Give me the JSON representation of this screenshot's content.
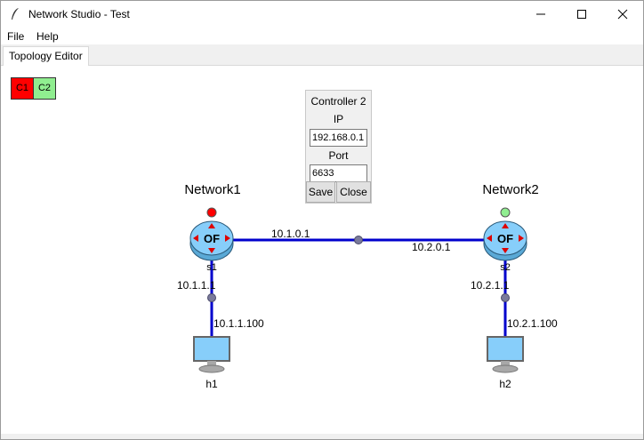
{
  "window": {
    "title": "Network Studio - Test",
    "icon": "feather-icon"
  },
  "menu": {
    "items": [
      {
        "label": "File"
      },
      {
        "label": "Help"
      }
    ]
  },
  "tabs": [
    {
      "label": "Topology Editor"
    }
  ],
  "controllers": [
    {
      "label": "C1",
      "color": "#ff0000"
    },
    {
      "label": "C2",
      "color": "#90ee90"
    }
  ],
  "popup": {
    "title": "Controller 2",
    "ip_label": "IP",
    "ip_value": "192.168.0.1",
    "port_label": "Port",
    "port_value": "6633",
    "save_label": "Save",
    "close_label": "Close"
  },
  "networks": [
    {
      "label": "Network1"
    },
    {
      "label": "Network2"
    }
  ],
  "switches": [
    {
      "name": "s1",
      "icon_text": "OF",
      "status_color": "#ff0000"
    },
    {
      "name": "s2",
      "icon_text": "OF",
      "status_color": "#90ee90"
    }
  ],
  "hosts": [
    {
      "name": "h1"
    },
    {
      "name": "h2"
    }
  ],
  "links": {
    "trunk_left_ip": "10.1.0.1",
    "trunk_right_ip": "10.2.0.1",
    "s1_down_ip": "10.1.1.1",
    "h1_ip": "10.1.1.100",
    "s2_down_ip": "10.2.1.1",
    "h2_ip": "10.2.1.100"
  },
  "colors": {
    "link": "#0000cc",
    "switch_fill": "#87cefa",
    "node_dot": "#7a7a9a",
    "monitor": "#87cefa"
  }
}
